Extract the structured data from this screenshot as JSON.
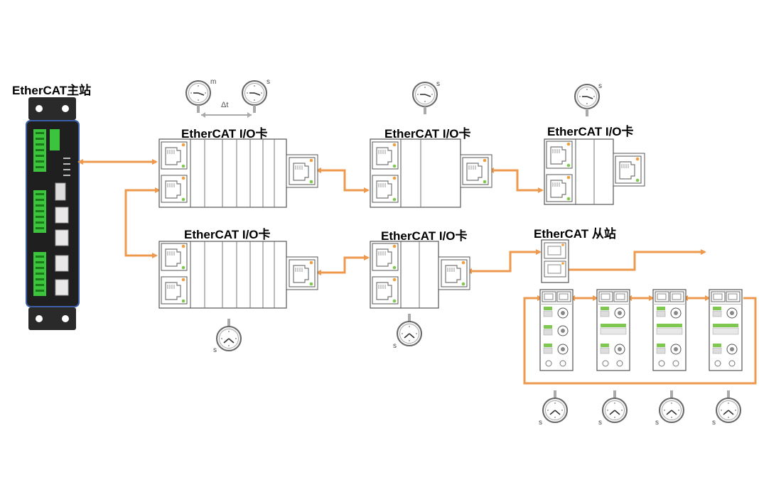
{
  "labels": {
    "master": "EtherCAT主站",
    "io_card": "EtherCAT I/O卡",
    "slave": "EtherCAT 从站"
  },
  "clock_marks": {
    "master": "m",
    "slave": "s",
    "delta": "Δt"
  },
  "colors": {
    "link": "#ed9a4f",
    "module_border": "#555555",
    "port_led": "#f0a040",
    "status_led": "#7ec850",
    "terminal_green": "#3cc43c",
    "device_body": "#1f1f1f",
    "device_border": "#3a5fa8",
    "clock_ring": "#666666"
  },
  "icons": [
    "clock-icon",
    "rj45-port-icon",
    "ethernet-cable-icon"
  ]
}
